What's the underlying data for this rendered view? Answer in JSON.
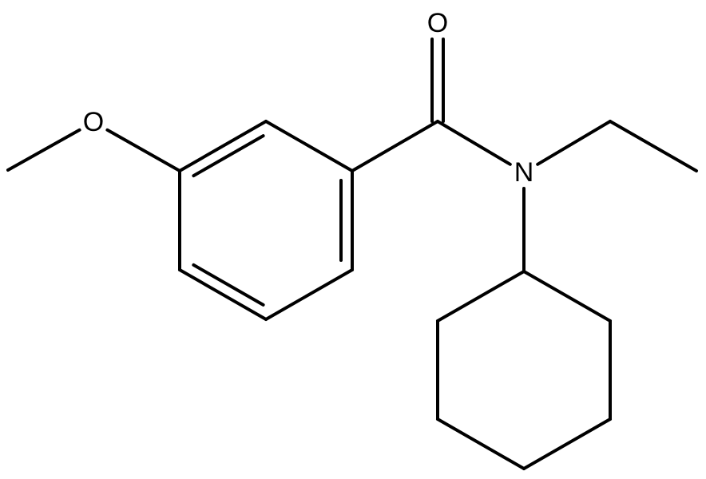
{
  "structure": {
    "atoms": [
      {
        "id": "methyl-carbon",
        "element": "C",
        "label": ""
      },
      {
        "id": "methoxy-oxygen",
        "element": "O",
        "label": "O"
      },
      {
        "id": "ring-c3",
        "element": "C",
        "label": ""
      },
      {
        "id": "ring-c2",
        "element": "C",
        "label": ""
      },
      {
        "id": "ring-c1",
        "element": "C",
        "label": ""
      },
      {
        "id": "ring-c6",
        "element": "C",
        "label": ""
      },
      {
        "id": "ring-c5",
        "element": "C",
        "label": ""
      },
      {
        "id": "ring-c4",
        "element": "C",
        "label": ""
      },
      {
        "id": "carbonyl-carbon",
        "element": "C",
        "label": ""
      },
      {
        "id": "carbonyl-oxygen",
        "element": "O",
        "label": "O"
      },
      {
        "id": "amide-nitrogen",
        "element": "N",
        "label": "N"
      },
      {
        "id": "ethyl-ch2",
        "element": "C",
        "label": ""
      },
      {
        "id": "ethyl-ch3",
        "element": "C",
        "label": ""
      },
      {
        "id": "cyclohexyl-c1",
        "element": "C",
        "label": ""
      },
      {
        "id": "cyclohexyl-c2",
        "element": "C",
        "label": ""
      },
      {
        "id": "cyclohexyl-c3",
        "element": "C",
        "label": ""
      },
      {
        "id": "cyclohexyl-c4",
        "element": "C",
        "label": ""
      },
      {
        "id": "cyclohexyl-c5",
        "element": "C",
        "label": ""
      },
      {
        "id": "cyclohexyl-c6",
        "element": "C",
        "label": ""
      }
    ],
    "bonds": [
      {
        "from": "methyl-carbon",
        "to": "methoxy-oxygen",
        "order": 1
      },
      {
        "from": "methoxy-oxygen",
        "to": "ring-c3",
        "order": 1
      },
      {
        "from": "ring-c3",
        "to": "ring-c2",
        "order": 2
      },
      {
        "from": "ring-c2",
        "to": "ring-c1",
        "order": 1
      },
      {
        "from": "ring-c1",
        "to": "ring-c6",
        "order": 2
      },
      {
        "from": "ring-c6",
        "to": "ring-c5",
        "order": 1
      },
      {
        "from": "ring-c5",
        "to": "ring-c4",
        "order": 2
      },
      {
        "from": "ring-c4",
        "to": "ring-c3",
        "order": 1
      },
      {
        "from": "ring-c1",
        "to": "carbonyl-carbon",
        "order": 1
      },
      {
        "from": "carbonyl-carbon",
        "to": "carbonyl-oxygen",
        "order": 2
      },
      {
        "from": "carbonyl-carbon",
        "to": "amide-nitrogen",
        "order": 1
      },
      {
        "from": "amide-nitrogen",
        "to": "ethyl-ch2",
        "order": 1
      },
      {
        "from": "ethyl-ch2",
        "to": "ethyl-ch3",
        "order": 1
      },
      {
        "from": "amide-nitrogen",
        "to": "cyclohexyl-c1",
        "order": 1
      },
      {
        "from": "cyclohexyl-c1",
        "to": "cyclohexyl-c2",
        "order": 1
      },
      {
        "from": "cyclohexyl-c2",
        "to": "cyclohexyl-c3",
        "order": 1
      },
      {
        "from": "cyclohexyl-c3",
        "to": "cyclohexyl-c4",
        "order": 1
      },
      {
        "from": "cyclohexyl-c4",
        "to": "cyclohexyl-c5",
        "order": 1
      },
      {
        "from": "cyclohexyl-c5",
        "to": "cyclohexyl-c6",
        "order": 1
      },
      {
        "from": "cyclohexyl-c6",
        "to": "cyclohexyl-c1",
        "order": 1
      }
    ]
  }
}
